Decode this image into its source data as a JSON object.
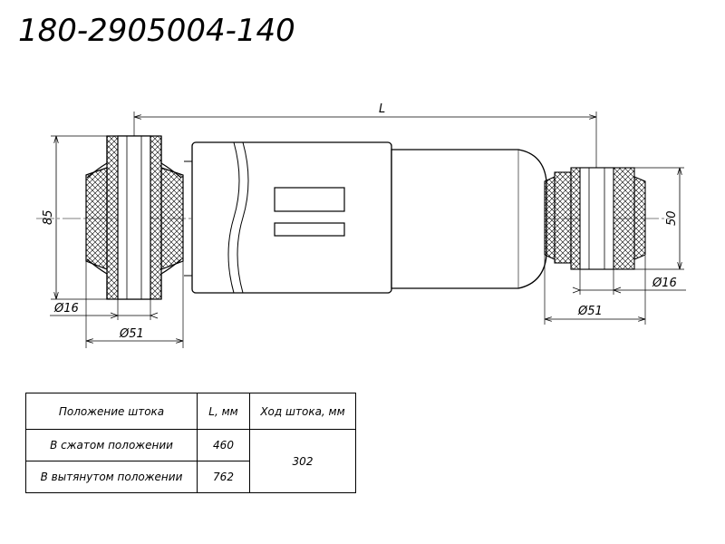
{
  "title": "180-2905004-140",
  "dimensions": {
    "length": "L",
    "height_left": "85",
    "height_right": "50",
    "dia_left_inner": "Ø16",
    "dia_left_outer": "Ø51",
    "dia_right_inner": "Ø16",
    "dia_right_outer": "Ø51"
  },
  "table": {
    "headers": [
      "Положение штока",
      "L, мм",
      "Ход штока, мм"
    ],
    "rows": [
      {
        "position": "В сжатом положении",
        "length": "460"
      },
      {
        "position": "В вытянутом положении",
        "length": "762"
      }
    ],
    "stroke": "302"
  }
}
